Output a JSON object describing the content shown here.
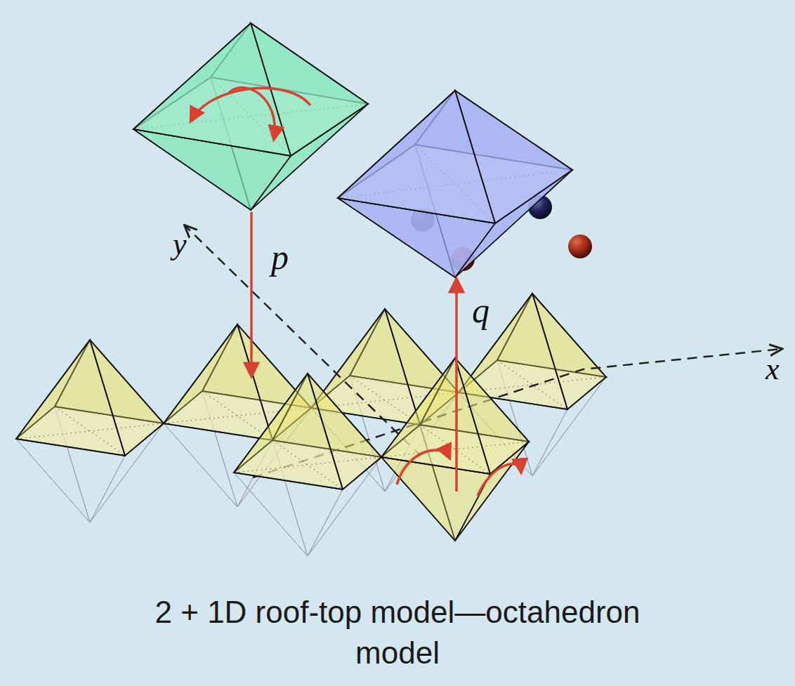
{
  "diagram": {
    "caption": "2 + 1D roof-top model—octahedron model",
    "labels": [
      "p",
      "q",
      "y",
      "x"
    ]
  }
}
